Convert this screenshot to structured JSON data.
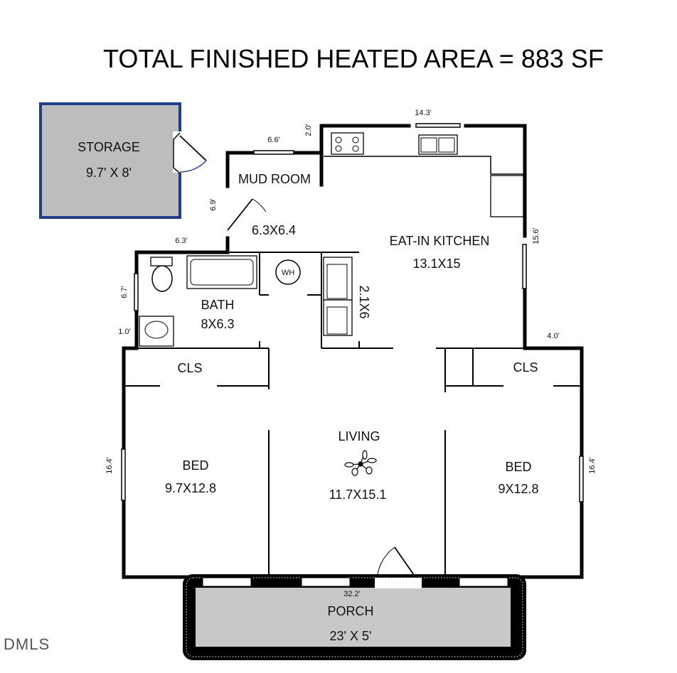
{
  "title": "TOTAL FINISHED HEATED AREA = 883 SF",
  "watermark": "DMLS",
  "rooms": {
    "storage": {
      "name": "STORAGE",
      "size": "9.7' X 8'"
    },
    "mud_room": {
      "name": "MUD ROOM",
      "size": "6.3X6.4"
    },
    "kitchen": {
      "name": "EAT-IN KITCHEN",
      "size": "13.1X15"
    },
    "laundry": {
      "size": "2.1X6"
    },
    "bath": {
      "name": "BATH",
      "size": "8X6.3"
    },
    "closet_left": {
      "name": "CLS"
    },
    "closet_right": {
      "name": "CLS"
    },
    "living": {
      "name": "LIVING",
      "size": "11.7X15.1"
    },
    "bed_left": {
      "name": "BED",
      "size": "9.7X12.8"
    },
    "bed_right": {
      "name": "BED",
      "size": "9X12.8"
    },
    "porch": {
      "name": "PORCH",
      "size": "23' X 5'"
    }
  },
  "fixtures": {
    "water_heater": "WH"
  },
  "dimensions": {
    "mud_top": "6.6'",
    "kitchen_left_short": "2.0'",
    "kitchen_top": "14.3'",
    "mud_side": "6.9'",
    "bath_top": "6.3'",
    "kitchen_right": "15.6'",
    "bath_left": "6.7'",
    "bath_left_small": "1.0'",
    "closet_right_top": "4.0'",
    "bed_left_side": "16.4'",
    "bed_right_side": "16.4'",
    "front_width": "32.2'"
  },
  "colors": {
    "storage_border": "#1f3d8a",
    "storage_fill": "#bdbdbd",
    "porch_fill": "#c8c8c8",
    "wall": "#000000"
  }
}
